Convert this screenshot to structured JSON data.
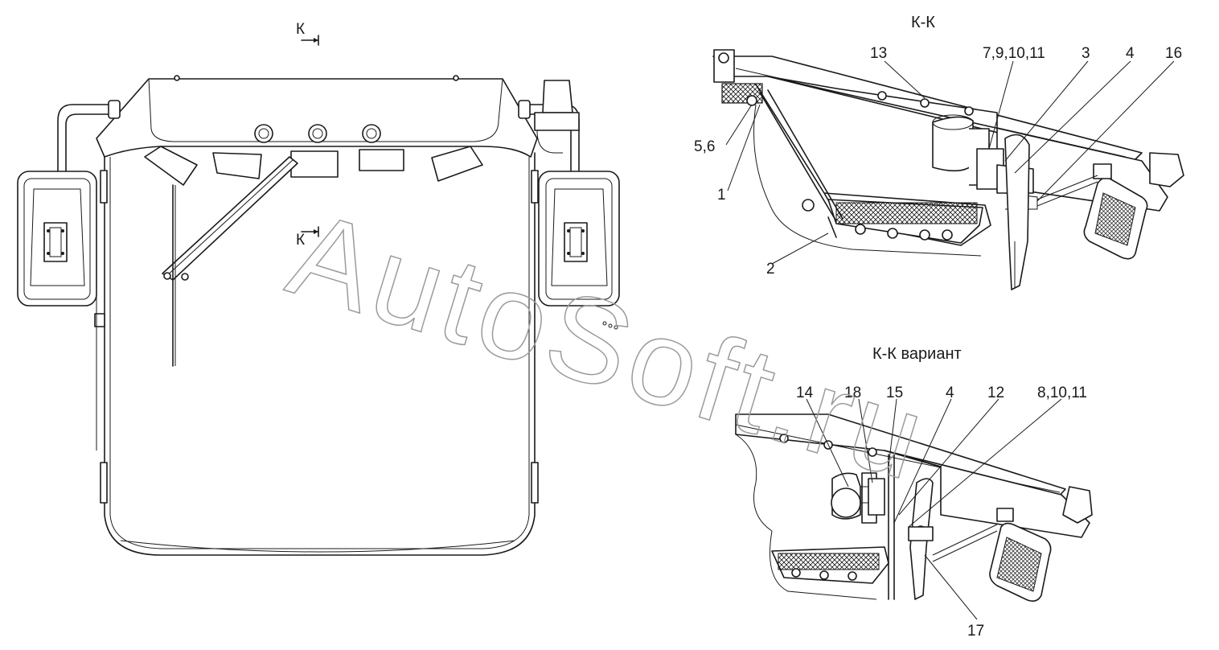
{
  "watermark": "AutoSoft.ru",
  "top_view": {
    "section_mark_top": "К",
    "section_mark_bottom": "К"
  },
  "section_main": {
    "title": "К-К",
    "callouts": [
      "13",
      "7,9,10,11",
      "3",
      "4",
      "16",
      "5,6",
      "1",
      "2"
    ]
  },
  "section_variant": {
    "title": "К-К  вариант",
    "callouts": [
      "14",
      "18",
      "15",
      "4",
      "12",
      "8,10,11",
      "17"
    ]
  }
}
